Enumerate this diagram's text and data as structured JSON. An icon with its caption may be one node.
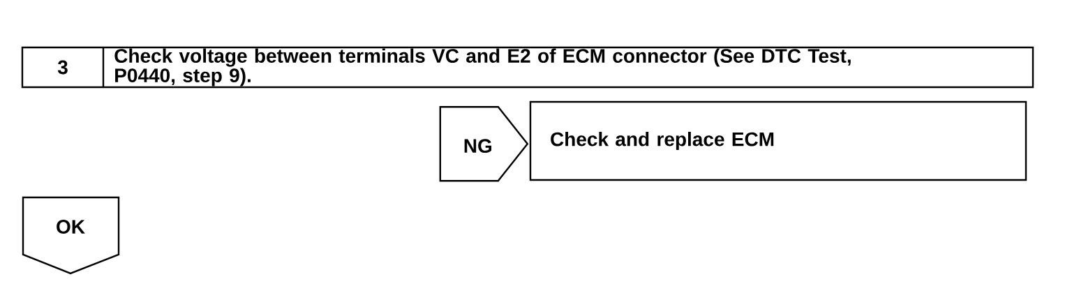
{
  "diagram": {
    "nodes": [
      {
        "text": [
          "3",
          "Check voltage between terminals VC and E2 of ECM connector (See DTC Test, P0440, step 9)."
        ]
      },
      {
        "text": [
          "Check and replace ECM"
        ]
      }
    ],
    "edges": [
      {
        "from": 0,
        "to": 1,
        "arrow": "to",
        "label": "NG"
      }
    ],
    "labels": [
      "OK"
    ]
  }
}
